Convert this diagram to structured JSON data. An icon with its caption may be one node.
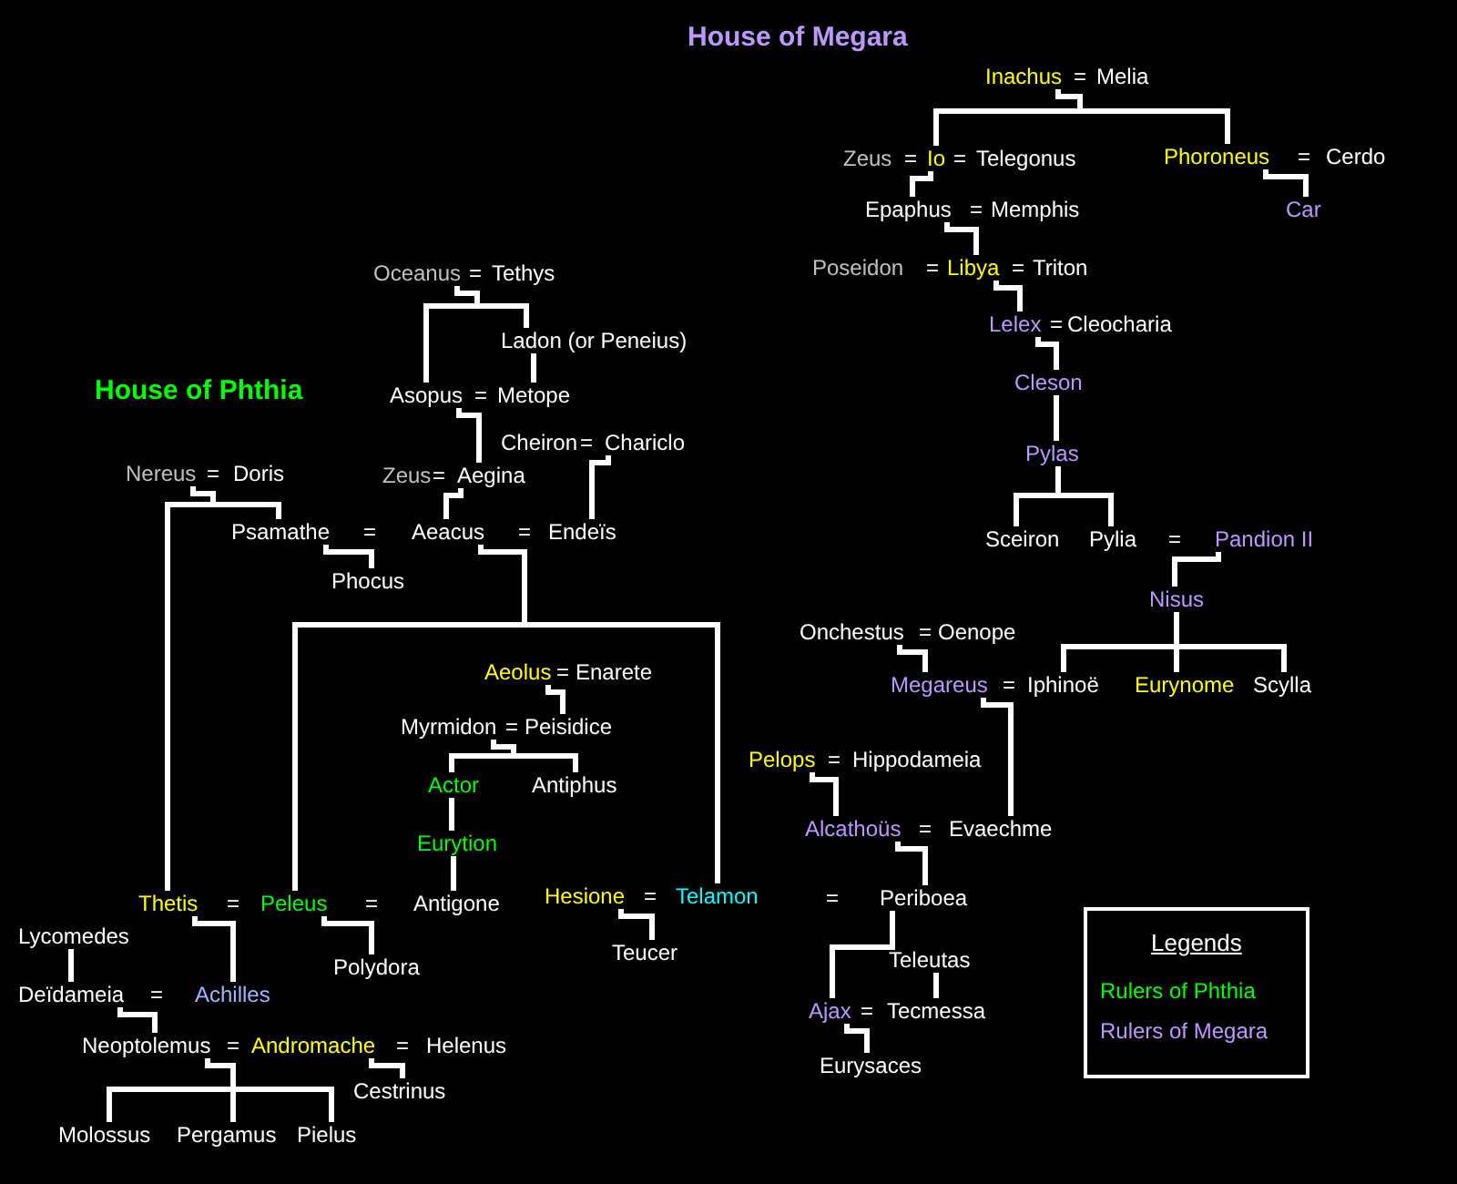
{
  "diagram": {
    "nodes": [
      {
        "text": [
          "Inachus"
        ]
      },
      {
        "text": [
          "Melia"
        ]
      },
      {
        "text": [
          "Zeus"
        ]
      },
      {
        "text": [
          "Io"
        ]
      },
      {
        "text": [
          "Telegonus"
        ]
      },
      {
        "text": [
          "Phoroneus"
        ]
      },
      {
        "text": [
          "Cerdo"
        ]
      },
      {
        "text": [
          "Epaphus"
        ]
      },
      {
        "text": [
          "Memphis"
        ]
      },
      {
        "text": [
          "Car"
        ]
      },
      {
        "text": [
          "Oceanus"
        ]
      },
      {
        "text": [
          "Tethys"
        ]
      },
      {
        "text": [
          "Poseidon"
        ]
      },
      {
        "text": [
          "Libya"
        ]
      },
      {
        "text": [
          "Triton"
        ]
      },
      {
        "text": [
          "Lelex"
        ]
      },
      {
        "text": [
          "Cleocharia"
        ]
      },
      {
        "text": [
          "Ladon (or Peneius)"
        ]
      },
      {
        "text": [
          "Cleson"
        ]
      },
      {
        "text": [
          "Asopus"
        ]
      },
      {
        "text": [
          "Metope"
        ]
      },
      {
        "text": [
          "Cheiron"
        ]
      },
      {
        "text": [
          "Chariclo"
        ]
      },
      {
        "text": [
          "Pylas"
        ]
      },
      {
        "text": [
          "Nereus"
        ]
      },
      {
        "text": [
          "Doris"
        ]
      },
      {
        "text": [
          "Zeus"
        ]
      },
      {
        "text": [
          "Aegina"
        ]
      },
      {
        "text": [
          "Psamathe"
        ]
      },
      {
        "text": [
          "Aeacus"
        ]
      },
      {
        "text": [
          "Endeïs"
        ]
      },
      {
        "text": [
          "Sceiron"
        ]
      },
      {
        "text": [
          "Pylia"
        ]
      },
      {
        "text": [
          "Pandion II"
        ]
      },
      {
        "text": [
          "Phocus"
        ]
      },
      {
        "text": [
          "Nisus"
        ]
      },
      {
        "text": [
          "Onchestus"
        ]
      },
      {
        "text": [
          "Oenope"
        ]
      },
      {
        "text": [
          "Aeolus"
        ]
      },
      {
        "text": [
          "Enarete"
        ]
      },
      {
        "text": [
          "Megareus"
        ]
      },
      {
        "text": [
          "Iphinoë"
        ]
      },
      {
        "text": [
          "Eurynome"
        ]
      },
      {
        "text": [
          "Scylla"
        ]
      },
      {
        "text": [
          "Myrmidon"
        ]
      },
      {
        "text": [
          "Peisidice"
        ]
      },
      {
        "text": [
          "Pelops"
        ]
      },
      {
        "text": [
          "Hippodameia"
        ]
      },
      {
        "text": [
          "Actor"
        ]
      },
      {
        "text": [
          "Antiphus"
        ]
      },
      {
        "text": [
          "Alcathoüs"
        ]
      },
      {
        "text": [
          "Evaechme"
        ]
      },
      {
        "text": [
          "Eurytion"
        ]
      },
      {
        "text": [
          "Hesione"
        ]
      },
      {
        "text": [
          "Telamon"
        ]
      },
      {
        "text": [
          "Periboea"
        ]
      },
      {
        "text": [
          "Thetis"
        ]
      },
      {
        "text": [
          "Peleus"
        ]
      },
      {
        "text": [
          "Antigone"
        ]
      },
      {
        "text": [
          "Lycomedes"
        ]
      },
      {
        "text": [
          "Teucer"
        ]
      },
      {
        "text": [
          "Teleutas"
        ]
      },
      {
        "text": [
          "Polydora"
        ]
      },
      {
        "text": [
          "Deïdameia"
        ]
      },
      {
        "text": [
          "Achilles"
        ]
      },
      {
        "text": [
          "Ajax"
        ]
      },
      {
        "text": [
          "Tecmessa"
        ]
      },
      {
        "text": [
          "Neoptolemus"
        ]
      },
      {
        "text": [
          "Andromache"
        ]
      },
      {
        "text": [
          "Helenus"
        ]
      },
      {
        "text": [
          "Eurysaces"
        ]
      },
      {
        "text": [
          "Cestrinus"
        ]
      },
      {
        "text": [
          "Molossus"
        ]
      },
      {
        "text": [
          "Pergamus"
        ]
      },
      {
        "text": [
          "Pielus"
        ]
      }
    ],
    "edges": [
      {
        "from": 0,
        "to": 3,
        "arrow": "none"
      },
      {
        "from": 0,
        "to": 5,
        "arrow": "none"
      },
      {
        "from": 3,
        "to": 7,
        "arrow": "none"
      },
      {
        "from": 7,
        "to": 13,
        "arrow": "none"
      },
      {
        "from": 5,
        "to": 9,
        "arrow": "none"
      },
      {
        "from": 13,
        "to": 15,
        "arrow": "none"
      },
      {
        "from": 15,
        "to": 18,
        "arrow": "none"
      },
      {
        "from": 18,
        "to": 23,
        "arrow": "none"
      },
      {
        "from": 23,
        "to": 31,
        "arrow": "none"
      },
      {
        "from": 23,
        "to": 32,
        "arrow": "none"
      },
      {
        "from": 33,
        "to": 35,
        "arrow": "none"
      },
      {
        "from": 35,
        "to": 41,
        "arrow": "none"
      },
      {
        "from": 35,
        "to": 42,
        "arrow": "none"
      },
      {
        "from": 35,
        "to": 43,
        "arrow": "none"
      },
      {
        "from": 36,
        "to": 40,
        "arrow": "none"
      },
      {
        "from": 40,
        "to": 51,
        "arrow": "none"
      },
      {
        "from": 46,
        "to": 50,
        "arrow": "none"
      },
      {
        "from": 50,
        "to": 55,
        "arrow": "none"
      },
      {
        "from": 55,
        "to": 65,
        "arrow": "none"
      },
      {
        "from": 61,
        "to": 66,
        "arrow": "none"
      },
      {
        "from": 65,
        "to": 70,
        "arrow": "none"
      },
      {
        "from": 10,
        "to": 19,
        "arrow": "none"
      },
      {
        "from": 10,
        "to": 17,
        "arrow": "none"
      },
      {
        "from": 17,
        "to": 20,
        "arrow": "none"
      },
      {
        "from": 19,
        "to": 27,
        "arrow": "none"
      },
      {
        "from": 27,
        "to": 29,
        "arrow": "none"
      },
      {
        "from": 22,
        "to": 30,
        "arrow": "none"
      },
      {
        "from": 24,
        "to": 56,
        "arrow": "none"
      },
      {
        "from": 24,
        "to": 28,
        "arrow": "none"
      },
      {
        "from": 28,
        "to": 34,
        "arrow": "none"
      },
      {
        "from": 29,
        "to": 57,
        "arrow": "none"
      },
      {
        "from": 29,
        "to": 54,
        "arrow": "none"
      },
      {
        "from": 38,
        "to": 45,
        "arrow": "none"
      },
      {
        "from": 44,
        "to": 48,
        "arrow": "none"
      },
      {
        "from": 44,
        "to": 49,
        "arrow": "none"
      },
      {
        "from": 48,
        "to": 52,
        "arrow": "none"
      },
      {
        "from": 52,
        "to": 58,
        "arrow": "none"
      },
      {
        "from": 57,
        "to": 62,
        "arrow": "none"
      },
      {
        "from": 56,
        "to": 64,
        "arrow": "none"
      },
      {
        "from": 53,
        "to": 60,
        "arrow": "none"
      },
      {
        "from": 59,
        "to": 63,
        "arrow": "none"
      },
      {
        "from": 63,
        "to": 67,
        "arrow": "none"
      },
      {
        "from": 67,
        "to": 72,
        "arrow": "none"
      },
      {
        "from": 67,
        "to": 73,
        "arrow": "none"
      },
      {
        "from": 67,
        "to": 74,
        "arrow": "none"
      },
      {
        "from": 68,
        "to": 71,
        "arrow": "none"
      }
    ],
    "labels": [
      "House of Megara",
      "=",
      "=",
      "=",
      "=",
      "=",
      "=",
      "=",
      "=",
      "=",
      "=",
      "=",
      "House of Phthia",
      "=",
      "=",
      "=",
      "=",
      "=",
      "=",
      "=",
      "=",
      "=",
      "=",
      "=",
      "=",
      "=",
      "=",
      "=",
      "=",
      "=",
      "=",
      "=",
      "Legends"
    ],
    "legend": [
      {
        "text": "Rulers of Phthia",
        "color": "#00ff00"
      },
      {
        "text": "Rulers of Megara",
        "color": "#bb99ff"
      }
    ]
  }
}
